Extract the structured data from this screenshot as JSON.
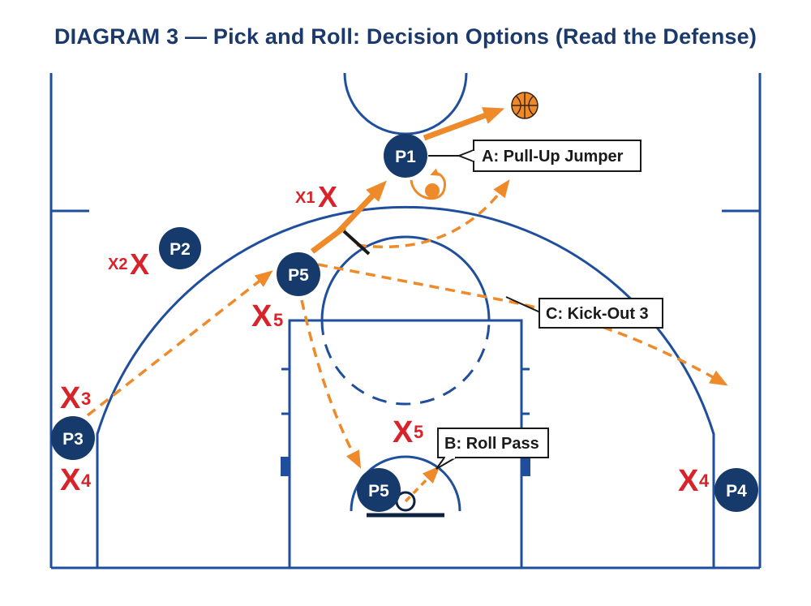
{
  "title": "DIAGRAM 3 — Pick and Roll: Decision Options (Read the Defense)",
  "colors": {
    "court_line": "#1f4e9c",
    "offense": "#163a6b",
    "defense": "#d8232a",
    "action": "#ef8a2b"
  },
  "offense": {
    "p1": "P1",
    "p2": "P2",
    "p3": "P3",
    "p4": "P4",
    "p5_top": "P5",
    "p5_rim": "P5"
  },
  "defense": {
    "x1": {
      "letter": "X",
      "num": "1"
    },
    "x2": {
      "letter": "X",
      "num": "2"
    },
    "x3": {
      "letter": "X",
      "num": "3"
    },
    "x4_left": {
      "letter": "X",
      "num": "4"
    },
    "x4_right": {
      "letter": "X",
      "num": "4"
    },
    "x5_top": {
      "letter": "X",
      "num": "5"
    },
    "x5_lane": {
      "letter": "X",
      "num": "5"
    }
  },
  "callouts": {
    "a": "A: Pull-Up Jumper",
    "b": "B: Roll Pass",
    "c": "C: Kick-Out 3"
  },
  "icons": [
    "basketball-icon",
    "dribble-loop-icon",
    "screen-marker-icon"
  ]
}
